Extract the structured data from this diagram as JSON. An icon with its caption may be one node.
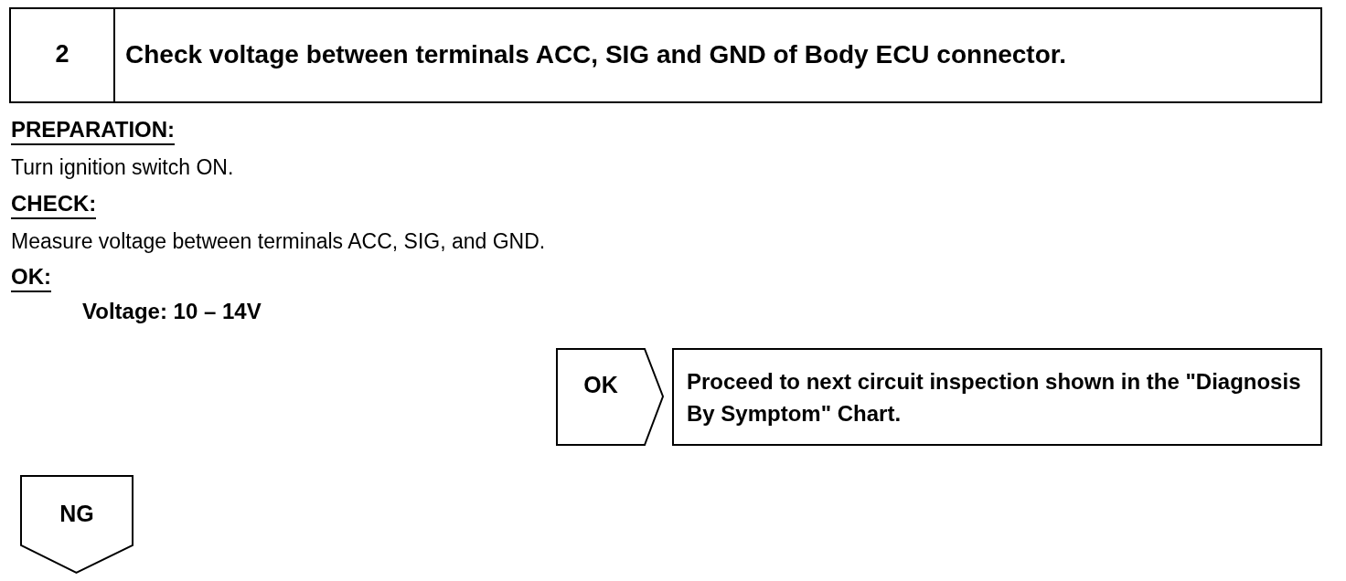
{
  "diagram": {
    "nodes": [
      {
        "text": [
          "2",
          "Check voltage between terminals ACC, SIG and GND of Body ECU connector."
        ]
      },
      {
        "text": [
          "OK"
        ]
      },
      {
        "text": [
          "Proceed to next circuit inspection shown in the \"Diagnosis By Symptom\" Chart."
        ]
      },
      {
        "text": [
          "NG"
        ]
      }
    ],
    "labels": [
      "PREPARATION:",
      "Turn ignition switch ON.",
      "CHECK:",
      "Measure voltage between terminals ACC, SIG, and GND.",
      "OK:",
      "Voltage: 10 – 14V"
    ]
  }
}
